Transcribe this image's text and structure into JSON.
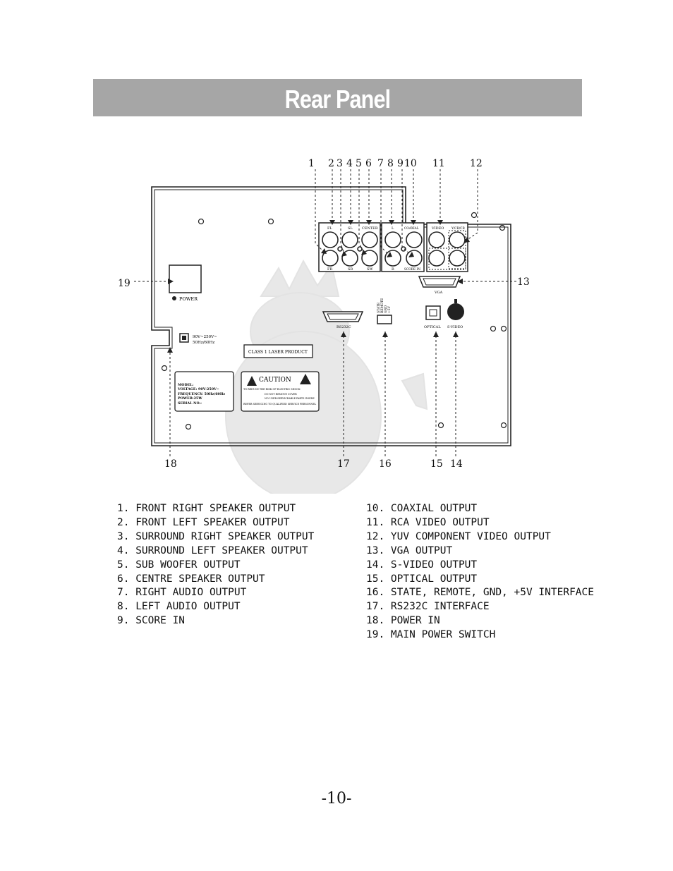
{
  "title": "Rear Panel",
  "callouts": [
    "1",
    "2",
    "3",
    "4",
    "5",
    "6",
    "7",
    "8",
    "9",
    "10",
    "11",
    "12",
    "13",
    "14",
    "15",
    "16",
    "17",
    "18",
    "19"
  ],
  "panel": {
    "power_label": "POWER",
    "voltage_lines": [
      "90V~250V~",
      "50Hz/60Hz"
    ],
    "class_label": "CLASS 1 LASER PRODUCT",
    "rating_lines": [
      "MODEL:",
      "VOLTAGE: 90V-250V~",
      "FREQUENCY: 50Hz/60Hz",
      "POWER:25W",
      "SERIAL NO.:"
    ],
    "caution_title": "CAUTION",
    "caution_lines": [
      "TO REDUCE THE RISK OF ELECTRIC SHOCK",
      "DO NOT REMOVE COVER",
      "NO USER-SERVICEABLE PARTS INSIDE",
      "REFER SERVICING TO QUALIFIED SERVICE PERSONNEL"
    ],
    "jack_labels": {
      "fl": "FL",
      "sl": "SL",
      "center": "CENTER",
      "fr": "FR",
      "sr": "SR",
      "sw": "SW",
      "l": "L",
      "coaxial": "COAXIAL",
      "r": "R",
      "score_in": "SCORE IN",
      "video": "VIDEO",
      "yuv": "Y/CB/CR",
      "vga": "VGA",
      "rs232c": "RS232C",
      "state_lines": [
        "STATE",
        "REMOTE",
        "GND",
        "+5V"
      ],
      "optical": "OPTICAL",
      "svideo": "S-VIDEO"
    }
  },
  "legend_left": [
    "1. FRONT RIGHT SPEAKER OUTPUT",
    "2. FRONT LEFT SPEAKER OUTPUT",
    "3. SURROUND RIGHT SPEAKER OUTPUT",
    "4. SURROUND LEFT SPEAKER OUTPUT",
    "5. SUB WOOFER OUTPUT",
    "6. CENTRE SPEAKER OUTPUT",
    "7. RIGHT AUDIO OUTPUT",
    "8. LEFT AUDIO OUTPUT",
    "9. SCORE IN"
  ],
  "legend_right": [
    "10. COAXIAL OUTPUT",
    "11. RCA VIDEO OUTPUT",
    "12. YUV COMPONENT VIDEO OUTPUT",
    "13. VGA OUTPUT",
    "14. S-VIDEO OUTPUT",
    "15. OPTICAL OUTPUT",
    "16. STATE, REMOTE, GND, +5V INTERFACE",
    "17. RS232C INTERFACE",
    "18. POWER IN",
    "19. MAIN POWER SWITCH"
  ],
  "page_number": "-10-"
}
